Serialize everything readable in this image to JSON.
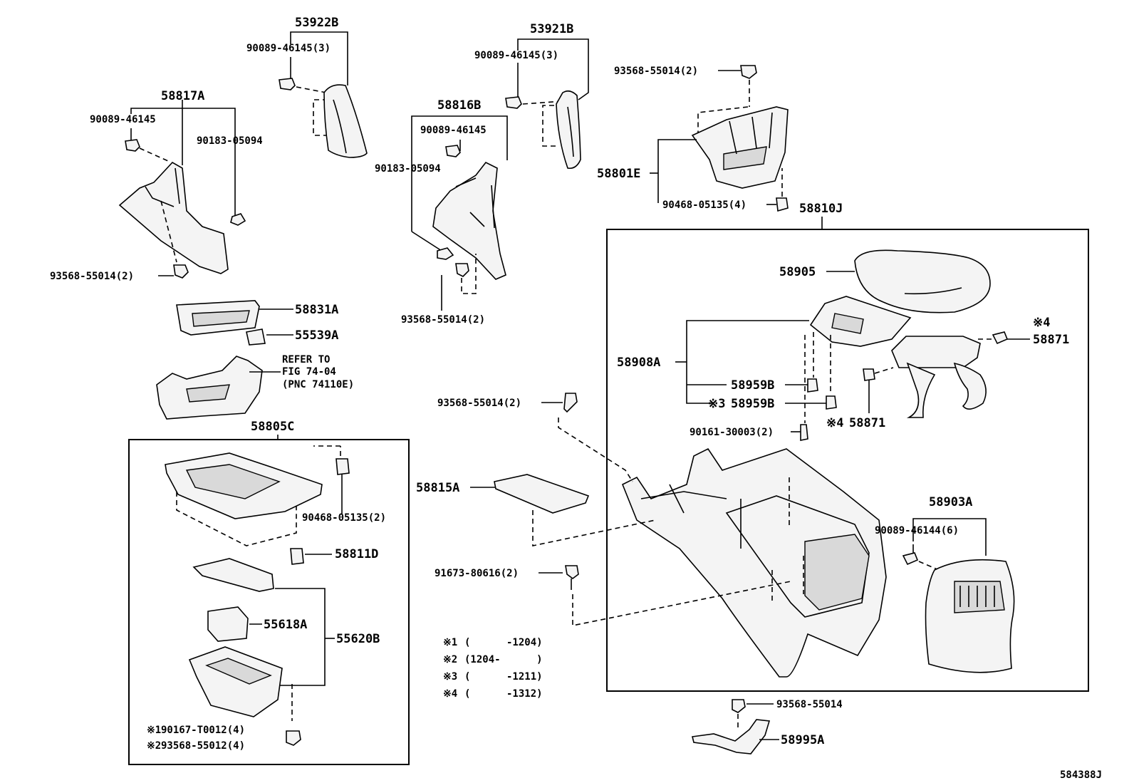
{
  "diagram_id": "584388J",
  "labels": {
    "p53922B": "53922B",
    "p53922B_clip": "90089-46145(3)",
    "p53921B": "53921B",
    "p53921B_clip": "90089-46145(3)",
    "p58817A": "58817A",
    "p58817A_clip": "90089-46145",
    "p58817A_nut": "90183-05094",
    "p58817A_screw": "93568-55014(2)",
    "p58816B": "58816B",
    "p58816B_clip": "90089-46145",
    "p58816B_nut": "90183-05094",
    "p58816B_screw": "93568-55014(2)",
    "top_screw": "93568-55014(2)",
    "p58801E": "58801E",
    "p58801E_clip": "90468-05135(4)",
    "p58810J": "58810J",
    "p58905": "58905",
    "p58908A": "58908A",
    "p58959B_1": "58959B",
    "p58959B_2": "58959B",
    "p58959B_2_mark": "※3",
    "p90161": "90161-30003(2)",
    "p58871_top": "58871",
    "p58871_top_mark": "※4",
    "p58871_mid": "58871",
    "p58871_mid_mark": "※4",
    "p58831A": "58831A",
    "p55539A": "55539A",
    "refer_1": "REFER TO",
    "refer_2": "FIG 74-04",
    "refer_3": "(PNC 74110E)",
    "mid_screw": "93568-55014(2)",
    "p58815A": "58815A",
    "p91673": "91673-80616(2)",
    "p58805C": "58805C",
    "p58805C_clip": "90468-05135(2)",
    "p58811D": "58811D",
    "p55618A": "55618A",
    "p55620B": "55620B",
    "p90167": "90167-T0012(4)",
    "p90167_mark": "※1",
    "p93568_55012": "93568-55012(4)",
    "p93568_55012_mark": "※2",
    "p58903A": "58903A",
    "p58903A_clip": "90089-46144(6)",
    "bottom_screw": "93568-55014",
    "p58995A": "58995A"
  },
  "legend": [
    {
      "mark": "※1",
      "range": "(      -1204)"
    },
    {
      "mark": "※2",
      "range": "(1204-      )"
    },
    {
      "mark": "※3",
      "range": "(      -1211)"
    },
    {
      "mark": "※4",
      "range": "(      -1312)"
    }
  ]
}
